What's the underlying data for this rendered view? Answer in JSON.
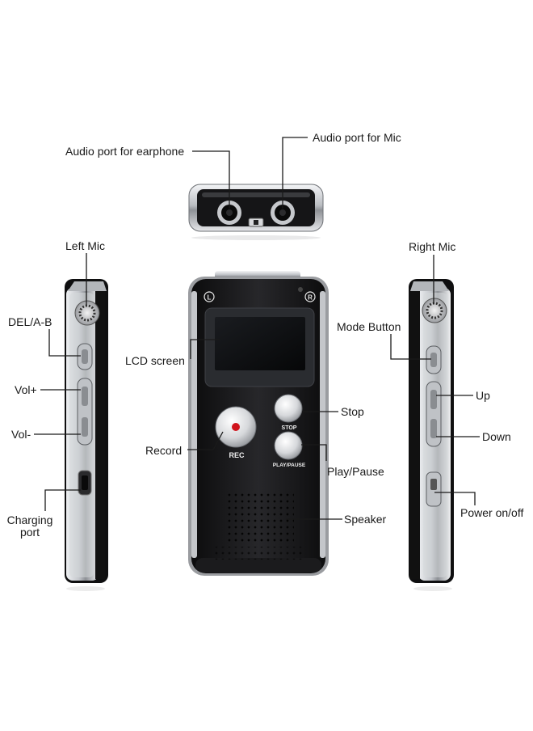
{
  "callouts": {
    "earphone_port": "Audio port for earphone",
    "mic_port": "Audio port for Mic",
    "left_mic": "Left Mic",
    "right_mic": "Right Mic",
    "del_ab": "DEL/A-B",
    "vol_up": "Vol+",
    "vol_down": "Vol-",
    "charging_port_line1": "Charging",
    "charging_port_line2": "port",
    "lcd_screen": "LCD screen",
    "record": "Record",
    "stop": "Stop",
    "play_pause": "Play/Pause",
    "speaker": "Speaker",
    "mode_button": "Mode Button",
    "up": "Up",
    "down": "Down",
    "power": "Power on/off"
  },
  "device_markings": {
    "left_channel": "L",
    "right_channel": "R",
    "rec_button": "REC",
    "stop_button": "STOP",
    "play_pause_button": "PLAY/PAUSE"
  },
  "colors": {
    "body": "#1b1b1d",
    "chrome": "#c9cbcf",
    "record_dot": "#d0141c",
    "leader_line": "#1a1a1a"
  }
}
